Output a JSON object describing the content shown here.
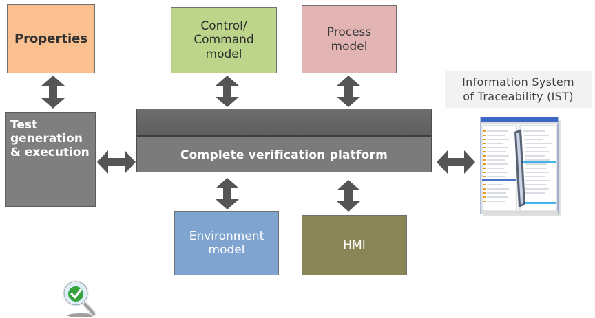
{
  "boxes": {
    "properties": "Properties",
    "control": "Control/\nCommand\nmodel",
    "process": "Process\nmodel",
    "environment": "Environment\nmodel",
    "hmi": "HMI",
    "test": "Test\ngeneration\n& execution",
    "platform": "Complete verification platform"
  },
  "ist": {
    "label": "Information System\nof Traceability (IST)"
  },
  "icons": {
    "magnifier": "magnifier-check-icon",
    "arrows": "double-arrow-icon",
    "screenshot": "ist-screenshot-image"
  },
  "colors": {
    "properties": "#fbc08f",
    "control": "#bcd58b",
    "process": "#e2b4b4",
    "environment": "#7ea4cf",
    "hmi": "#8a8556",
    "test": "#7f7f7f",
    "platform": "#7b7b7b",
    "arrow": "#555555"
  }
}
